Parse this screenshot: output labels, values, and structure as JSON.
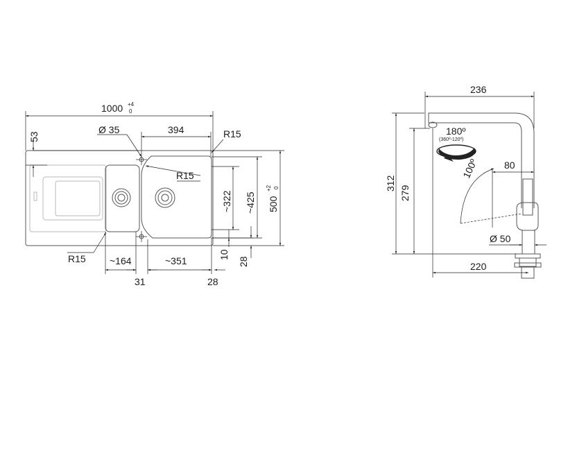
{
  "sink": {
    "overall_width": "1000",
    "overall_width_tol_top": "+4",
    "overall_width_tol_bottom": "0",
    "edge_offset": "53",
    "tap_hole": "Ø 35",
    "main_bowl_width": "394",
    "corner_radius_top": "R15",
    "corner_radius_inner": "R15",
    "corner_radius_bottom": "R15",
    "bowl_depth": "~322",
    "inner_depth": "~425",
    "overall_depth": "500",
    "overall_depth_tol_top": "+2",
    "overall_depth_tol_bottom": "0",
    "small_bowl_width": "~164",
    "large_bowl_width": "~351",
    "gap_between_bowls": "31",
    "right_margin": "28",
    "bottom_margin_10": "10",
    "bottom_margin_28": "28"
  },
  "tap": {
    "spout_reach_total": "236",
    "swivel_angle": "180º",
    "swivel_range": "(360º-120º)",
    "pull_angle": "100º",
    "spray_offset": "80",
    "total_height": "312",
    "spout_height": "279",
    "base_diameter": "Ø 50",
    "base_reach": "220"
  }
}
